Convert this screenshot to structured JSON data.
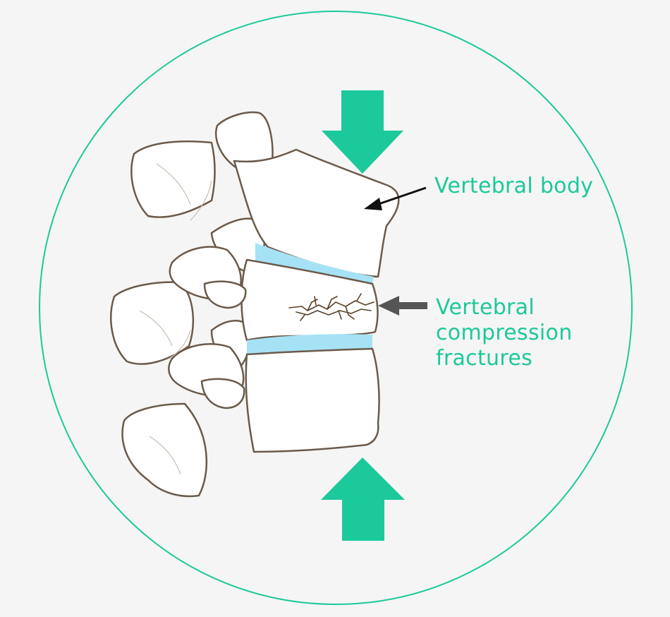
{
  "colors": {
    "background": "#f5f5f5",
    "accent": "#1cc99a",
    "label_text": "#1cc99a",
    "bone_fill": "#ffffff",
    "bone_outline": "#6b5a4a",
    "disc": "#a6e2f5",
    "crack": "#5a4128",
    "pointer_dark": "#111111",
    "pointer_gray": "#555555"
  },
  "labels": {
    "vertebral_body": "Vertebral body",
    "fracture_lines": [
      "Vertebral",
      "compression",
      "fractures"
    ]
  },
  "icons": {
    "top_arrow": "arrow-down-icon",
    "bottom_arrow": "arrow-up-icon"
  }
}
